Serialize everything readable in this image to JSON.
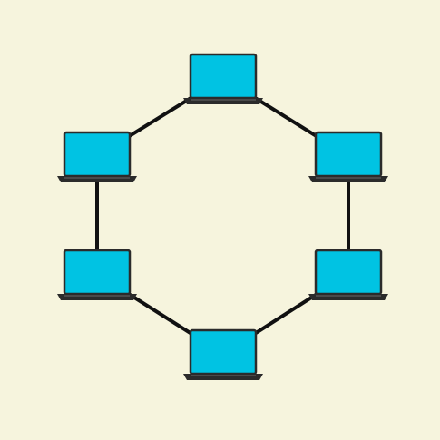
{
  "colors": {
    "background": "#F6F4DD",
    "link": "#111111",
    "screen": "#00C3E3",
    "bezel": "#2B2B2B",
    "base": "#2B2B2B",
    "base_highlight": "#4A4A4A"
  },
  "topology": {
    "type": "ring",
    "nodes": [
      {
        "id": "top",
        "icon": "laptop-icon"
      },
      {
        "id": "upper-right",
        "icon": "laptop-icon"
      },
      {
        "id": "lower-right",
        "icon": "laptop-icon"
      },
      {
        "id": "bottom",
        "icon": "laptop-icon"
      },
      {
        "id": "lower-left",
        "icon": "laptop-icon"
      },
      {
        "id": "upper-left",
        "icon": "laptop-icon"
      }
    ],
    "links": [
      [
        "top",
        "upper-right"
      ],
      [
        "upper-right",
        "lower-right"
      ],
      [
        "lower-right",
        "bottom"
      ],
      [
        "bottom",
        "lower-left"
      ],
      [
        "lower-left",
        "upper-left"
      ],
      [
        "upper-left",
        "top"
      ]
    ]
  }
}
